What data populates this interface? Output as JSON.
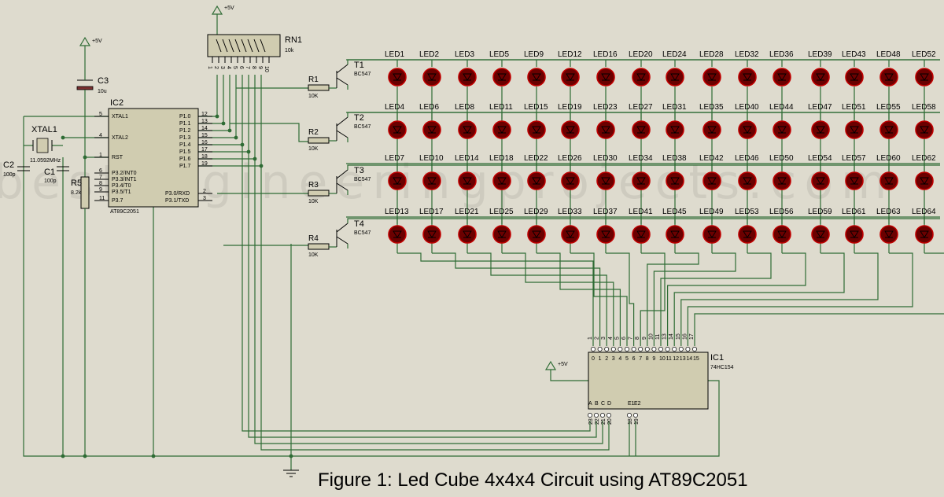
{
  "caption": "Figure 1: Led Cube 4x4x4 Circuit using AT89C2051",
  "watermark": "bestengineeringprojects.com",
  "colors": {
    "background": "#dedbce",
    "wire": "#2e6b34",
    "led_fill": "#6b0000",
    "led_ring": "#c00000",
    "chip_fill": "#d0ccb0"
  },
  "power": {
    "vcc_label": "+5V"
  },
  "ic2": {
    "ref": "IC2",
    "part": "AT89C2051",
    "left_pins": [
      {
        "num": "5",
        "name": "XTAL1"
      },
      {
        "num": "4",
        "name": "XTAL2"
      },
      {
        "num": "1",
        "name": "RST"
      },
      {
        "num": "6",
        "name": "P3.2/INT0"
      },
      {
        "num": "7",
        "name": "P3.3/INT1"
      },
      {
        "num": "8",
        "name": "P3.4/T0"
      },
      {
        "num": "9",
        "name": "P3.5/T1"
      },
      {
        "num": "11",
        "name": "P3.7"
      }
    ],
    "right_pins": [
      {
        "num": "12",
        "name": "P1.0"
      },
      {
        "num": "13",
        "name": "P1.1"
      },
      {
        "num": "14",
        "name": "P1.2"
      },
      {
        "num": "15",
        "name": "P1.3"
      },
      {
        "num": "16",
        "name": "P1.4"
      },
      {
        "num": "17",
        "name": "P1.5"
      },
      {
        "num": "18",
        "name": "P1.6"
      },
      {
        "num": "19",
        "name": "P1.7"
      }
    ],
    "right_pins_2": [
      {
        "num": "2",
        "name": "P3.0/RXD"
      },
      {
        "num": "3",
        "name": "P3.1/TXD"
      }
    ]
  },
  "ic1": {
    "ref": "IC1",
    "part": "74HC154",
    "top_pins": [
      "1",
      "2",
      "3",
      "4",
      "5",
      "6",
      "7",
      "8",
      "9",
      "10",
      "11",
      "13",
      "14",
      "15",
      "16",
      "17"
    ],
    "top_names": [
      "0",
      "1",
      "2",
      "3",
      "4",
      "5",
      "6",
      "7",
      "8",
      "9",
      "10",
      "11",
      "12",
      "13",
      "14",
      "15"
    ],
    "bottom_names": [
      "A",
      "B",
      "C",
      "D",
      "E1",
      "E2"
    ],
    "bottom_nums": [
      "23",
      "22",
      "21",
      "20",
      "18",
      "19"
    ]
  },
  "rn1": {
    "ref": "RN1",
    "value": "10k",
    "pins": [
      "1",
      "2",
      "3",
      "4",
      "5",
      "6",
      "7",
      "8",
      "9",
      "10"
    ]
  },
  "c1": {
    "ref": "C1",
    "value": "100p"
  },
  "c2": {
    "ref": "C2",
    "value": "100p"
  },
  "c3": {
    "ref": "C3",
    "value": "10u"
  },
  "r5": {
    "ref": "R5",
    "value": "8.2k"
  },
  "xtal": {
    "ref": "XTAL1",
    "value": "11.0592MHz"
  },
  "transistors": [
    {
      "ref": "T1",
      "part": "BC547",
      "res": "R1",
      "res_value": "10K"
    },
    {
      "ref": "T2",
      "part": "BC547",
      "res": "R2",
      "res_value": "10K"
    },
    {
      "ref": "T3",
      "part": "BC547",
      "res": "R3",
      "res_value": "10K"
    },
    {
      "ref": "T4",
      "part": "BC547",
      "res": "R4",
      "res_value": "10K"
    }
  ],
  "led_rows": [
    [
      "LED1",
      "LED2",
      "LED3",
      "LED5",
      "LED9",
      "LED12",
      "LED16",
      "LED20",
      "LED24",
      "LED28",
      "LED32",
      "LED36",
      "LED39",
      "LED43",
      "LED48",
      "LED52"
    ],
    [
      "LED4",
      "LED6",
      "LED8",
      "LED11",
      "LED15",
      "LED19",
      "LED23",
      "LED27",
      "LED31",
      "LED35",
      "LED40",
      "LED44",
      "LED47",
      "LED51",
      "LED55",
      "LED58"
    ],
    [
      "LED7",
      "LED10",
      "LED14",
      "LED18",
      "LED22",
      "LED26",
      "LED30",
      "LED34",
      "LED38",
      "LED42",
      "LED46",
      "LED50",
      "LED54",
      "LED57",
      "LED60",
      "LED62"
    ],
    [
      "LED13",
      "LED17",
      "LED21",
      "LED25",
      "LED29",
      "LED33",
      "LED37",
      "LED41",
      "LED45",
      "LED49",
      "LED53",
      "LED56",
      "LED59",
      "LED61",
      "LED63",
      "LED64"
    ]
  ]
}
